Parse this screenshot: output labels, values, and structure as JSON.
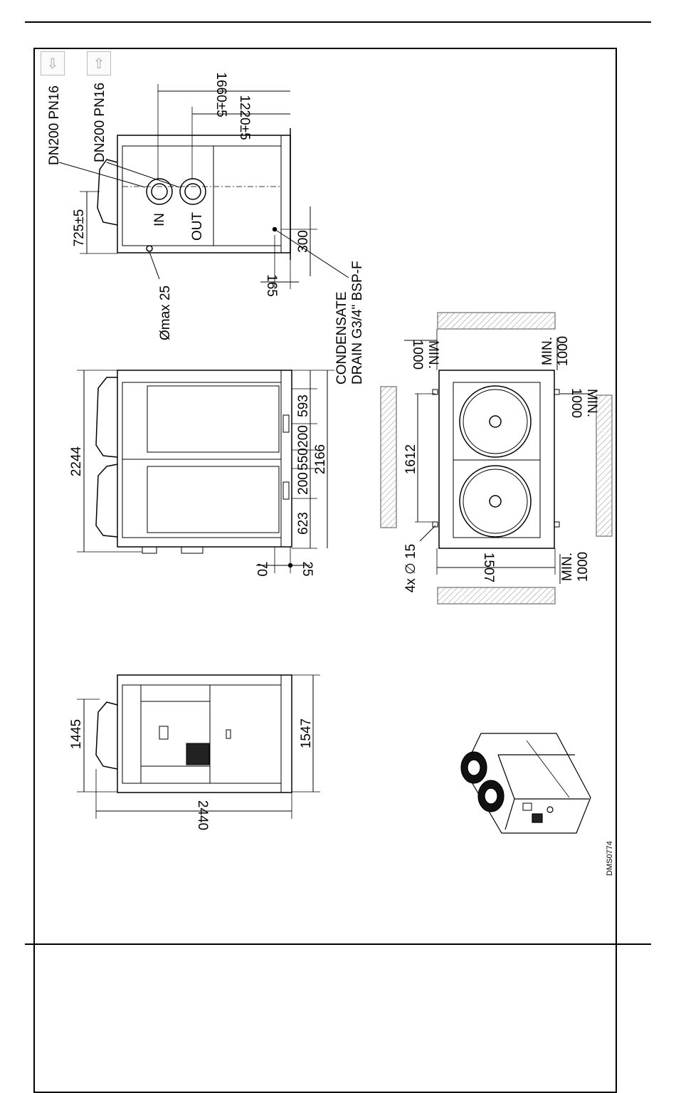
{
  "legend": {
    "inlet_icon": "arrow-down-into-box-icon",
    "outlet_icon": "arrow-up-out-of-box-icon",
    "inlet_glyph": "⇩",
    "outlet_glyph": "⇧"
  },
  "side_view_connections": {
    "flange_in_spec": "DN200 PN16",
    "flange_out_spec": "DN200 PN16",
    "label_in": "IN",
    "label_out": "OUT",
    "dim_1660": "1660±5",
    "dim_1220": "1220±5",
    "dim_725": "725±5",
    "dim_300": "300",
    "dim_165": "165",
    "vent_label": "Ømax 25",
    "drain_label_1": "CONDENSATE",
    "drain_label_2": "DRAIN G3/4\" BSP-F"
  },
  "front_view": {
    "dim_2244": "2244",
    "dim_593": "593",
    "dim_200a": "200",
    "dim_550": "550",
    "dim_200b": "200",
    "dim_623": "623",
    "dim_2166": "2166",
    "dim_70": "70",
    "dim_25": "25"
  },
  "top_view": {
    "dim_1612": "1612",
    "dim_1507": "1507",
    "holes": "4x ∅ 15",
    "clearance_top_a": "MIN.",
    "clearance_top_b": "1000",
    "clearance_right_a": "MIN.",
    "clearance_right_b": "1000",
    "clearance_left_a": "MIN.",
    "clearance_left_b": "1000",
    "clearance_bottom_a": "MIN.",
    "clearance_bottom_b": "1000"
  },
  "end_view": {
    "dim_1445": "1445",
    "dim_1547": "1547",
    "dim_2440": "2440"
  },
  "drawing_code": "DMS0774",
  "colors": {
    "line": "#000000",
    "hatch": "#8a8a8a"
  }
}
